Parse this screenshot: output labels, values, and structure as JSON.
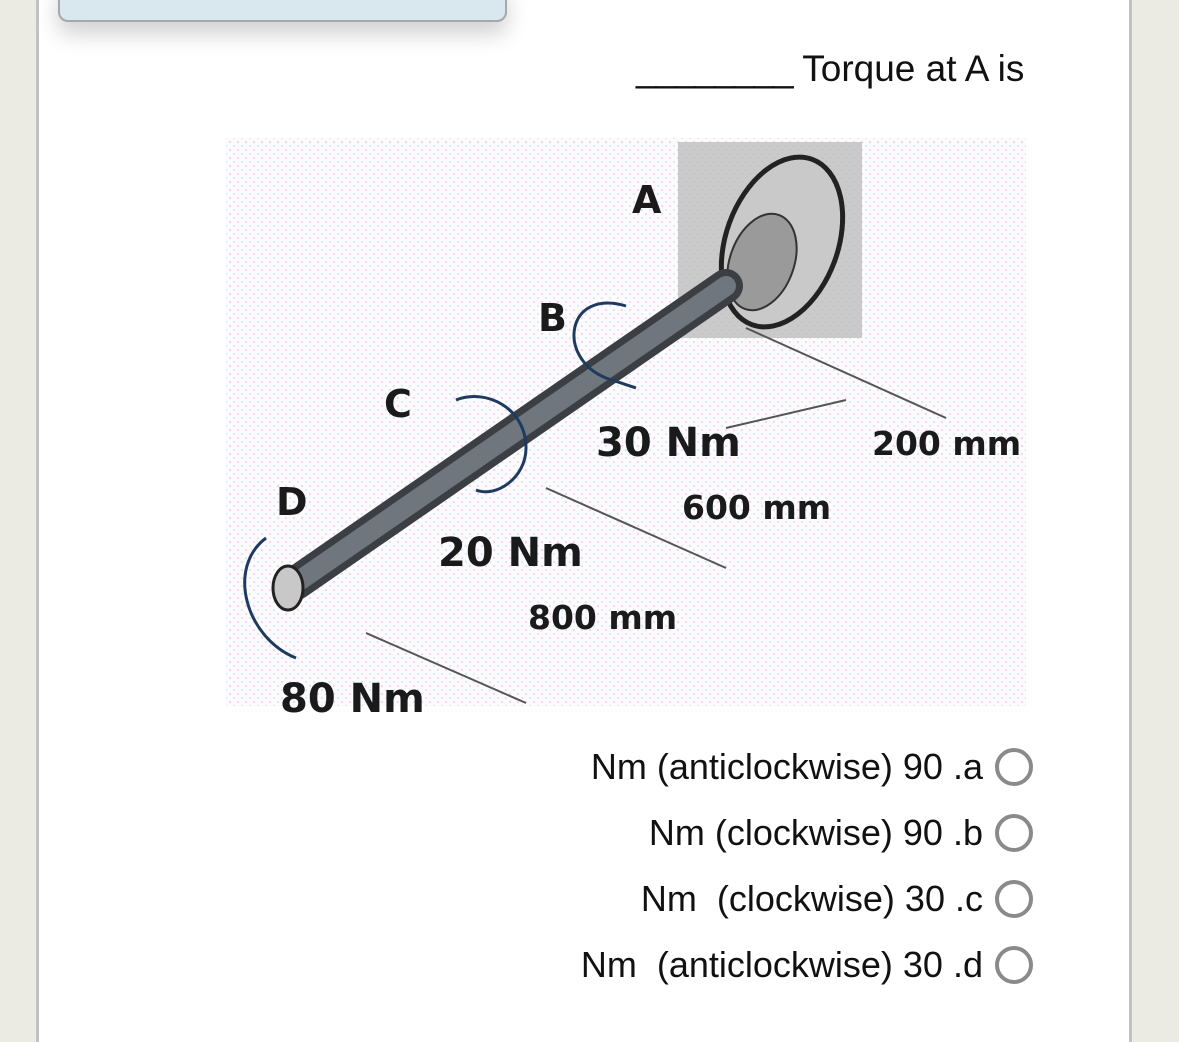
{
  "question": {
    "blank": "________",
    "text": "Torque at A is"
  },
  "figure": {
    "labels": {
      "A": "A",
      "B": "B",
      "C": "C",
      "D": "D"
    },
    "torques": {
      "B": "30 Nm",
      "C": "20 Nm",
      "D": "80 Nm"
    },
    "dimensions": {
      "AB": "200 mm",
      "BC": "600 mm",
      "CD": "800 mm"
    }
  },
  "options": [
    {
      "letter": ".a",
      "value": "90",
      "text": "Nm (anticlockwise)"
    },
    {
      "letter": ".b",
      "value": "90",
      "text": "Nm (clockwise)"
    },
    {
      "letter": ".c",
      "value": "30",
      "text": "Nm  (clockwise)"
    },
    {
      "letter": ".d",
      "value": "30",
      "text": "Nm  (anticlockwise)"
    }
  ],
  "colors": {
    "page_bg": "#ffffff",
    "outer_bg": "#ebeae3",
    "popup_bg": "#d8e8ee",
    "radio_border": "#8a8a8a"
  }
}
